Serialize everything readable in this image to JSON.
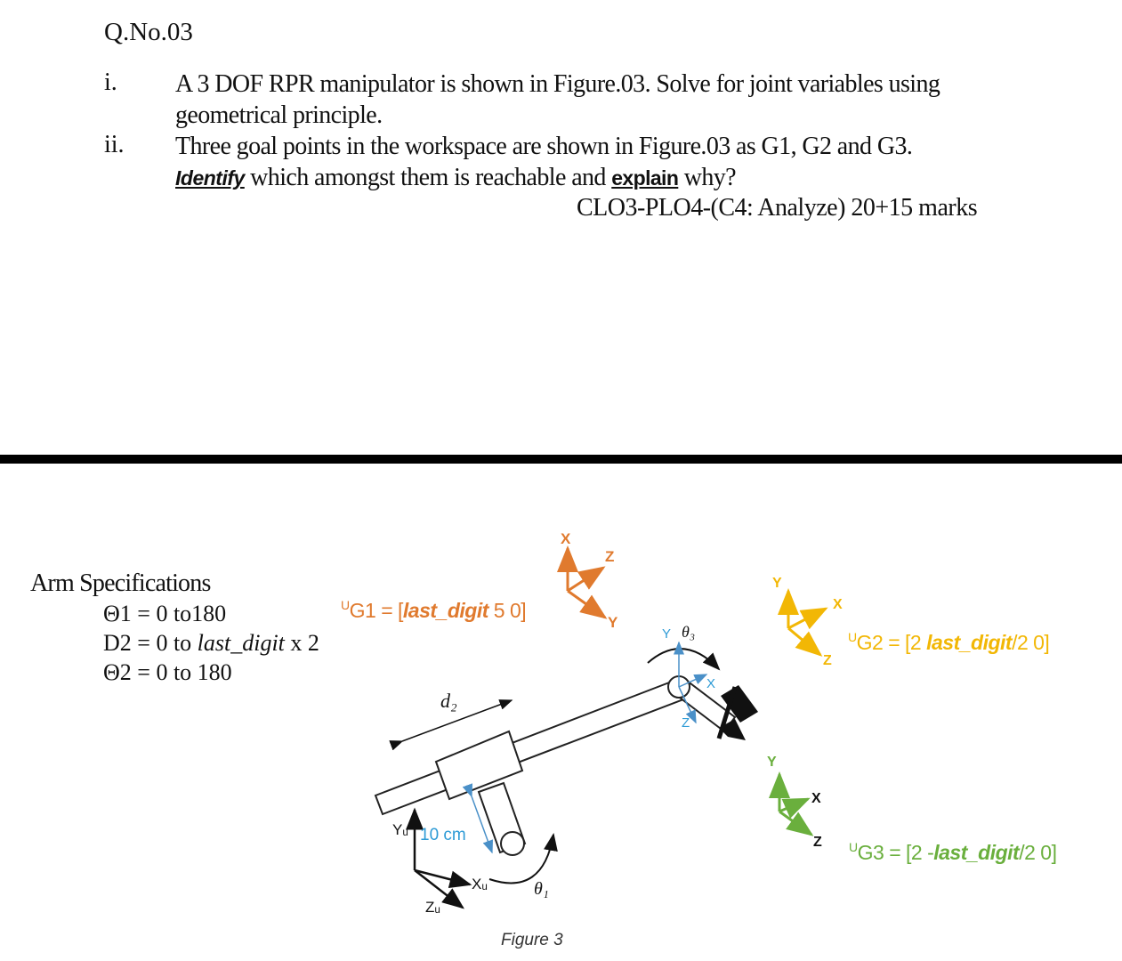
{
  "question": {
    "number": "Q.No.03",
    "items": [
      {
        "marker": "i.",
        "line1": "A 3 DOF RPR manipulator is shown in Figure.03. Solve for joint variables using",
        "line2": "geometrical principle."
      },
      {
        "marker": "ii.",
        "line1": "Three goal points in the workspace are shown in Figure.03 as G1, G2 and G3.",
        "identify": "Identify",
        "mid": " which amongst them is reachable and ",
        "explain": "explain",
        "end": " why?"
      }
    ],
    "marks": "CLO3-PLO4-(C4: Analyze) 20+15 marks"
  },
  "arm_specifications": {
    "title": "Arm Specifications",
    "theta1": "Θ1 = 0 to180",
    "d2_prefix": "D2 = 0 to ",
    "d2_var": "last_digit",
    "d2_suffix": " x 2",
    "theta2": "Θ2 = 0 to 180"
  },
  "goals": {
    "g1": {
      "sup": "U",
      "lhs": "G1 = [",
      "var": "last_digit",
      "rest": "  5  0]",
      "color": "#E07A2E"
    },
    "g2": {
      "sup": "U",
      "lhs": "G2 = [2 ",
      "var": "last_digit",
      "rest": "/2  0]",
      "color": "#F2B705"
    },
    "g3": {
      "sup": "U",
      "lhs": "G3 = [2 -",
      "var": "last_digit",
      "rest": "/2  0]",
      "color": "#6AAF3D"
    }
  },
  "figure": {
    "caption": "Figure 3",
    "d2_label": "d₂",
    "distance_label": "10 cm",
    "theta1_label": "θ₁",
    "theta3_label": "θ₃",
    "base_frame": {
      "x": "Xᵤ",
      "y": "Yᵤ",
      "z": "Zᵤ"
    },
    "g1_frame": {
      "x": "X",
      "y": "Y",
      "z": "Z"
    },
    "g2_frame": {
      "x": "X",
      "y": "Y",
      "z": "Z"
    },
    "g3_frame": {
      "x": "X",
      "y": "Y",
      "z": "Z"
    },
    "joint3_frame": {
      "x": "X",
      "y": "Y",
      "z": "Z"
    },
    "colors": {
      "blue": "#2E9BD6",
      "orange": "#E07A2E",
      "yellow": "#F2B705",
      "green": "#6AAF3D"
    }
  }
}
